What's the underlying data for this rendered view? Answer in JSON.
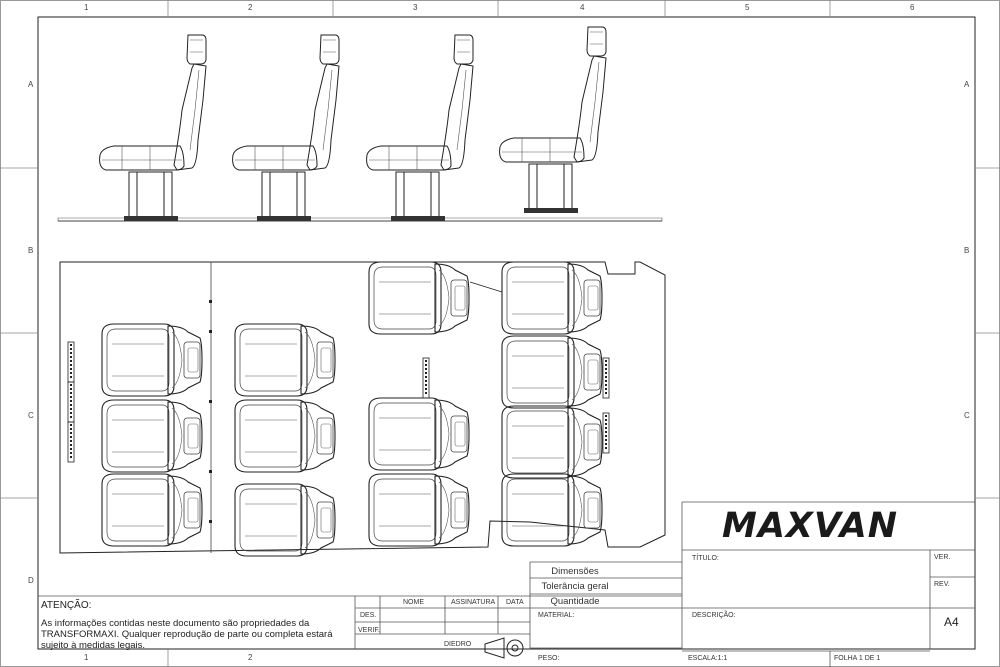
{
  "zones": {
    "columns": [
      "1",
      "2",
      "3",
      "4",
      "5",
      "6"
    ],
    "rows": [
      "A",
      "B",
      "C",
      "D"
    ]
  },
  "logo": {
    "text": "MAXVAN"
  },
  "title_block": {
    "titulo": "TÍTULO:",
    "ver": "VER.",
    "rev": "REV.",
    "descricao": "DESCRIÇÃO:",
    "size": "A4",
    "material": "MATERIAL:",
    "peso": "PESO:",
    "escala": "ESCALA:1:1",
    "folha": "FOLHA 1 DE 1",
    "dimensoes": "Dimensões",
    "tolerancia": "Tolerância geral",
    "quantidade": "Quantidade",
    "nome": "NOME",
    "assinatura": "ASSINATURA",
    "data": "DATA",
    "des": "DES.",
    "verif": "VERIF.",
    "diedro": "DIEDRO"
  },
  "notice": {
    "heading": "ATENÇÃO:",
    "line1": "As informações contidas neste documento são propriedades da",
    "line2": "TRANSFORMAXI. Qualquer reprodução de parte ou completa estará",
    "line3": "sujeito à medidas legais."
  }
}
